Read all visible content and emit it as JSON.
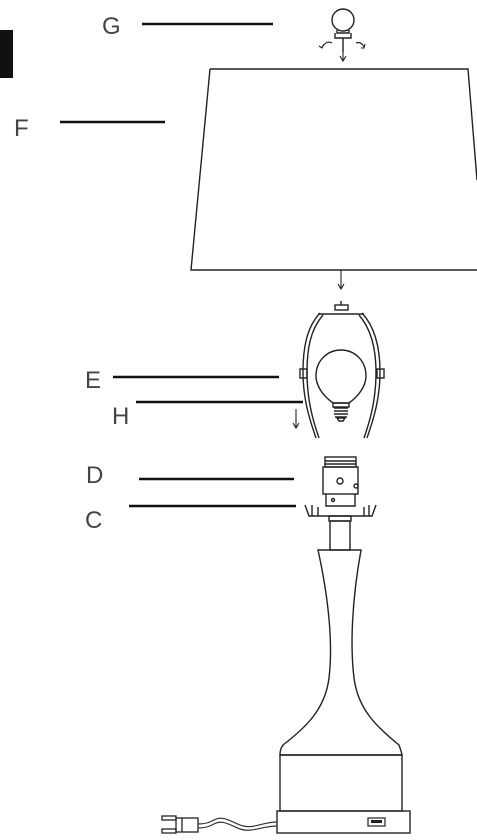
{
  "diagram": {
    "labels": {
      "finial": "G",
      "shade": "F",
      "harp": "E",
      "bulb": "H",
      "socket": "D",
      "harp_saddle": "C"
    },
    "colors": {
      "line": "#222222",
      "label_text": "#444444",
      "tab_marker": "#111111",
      "background": "#ffffff"
    }
  }
}
